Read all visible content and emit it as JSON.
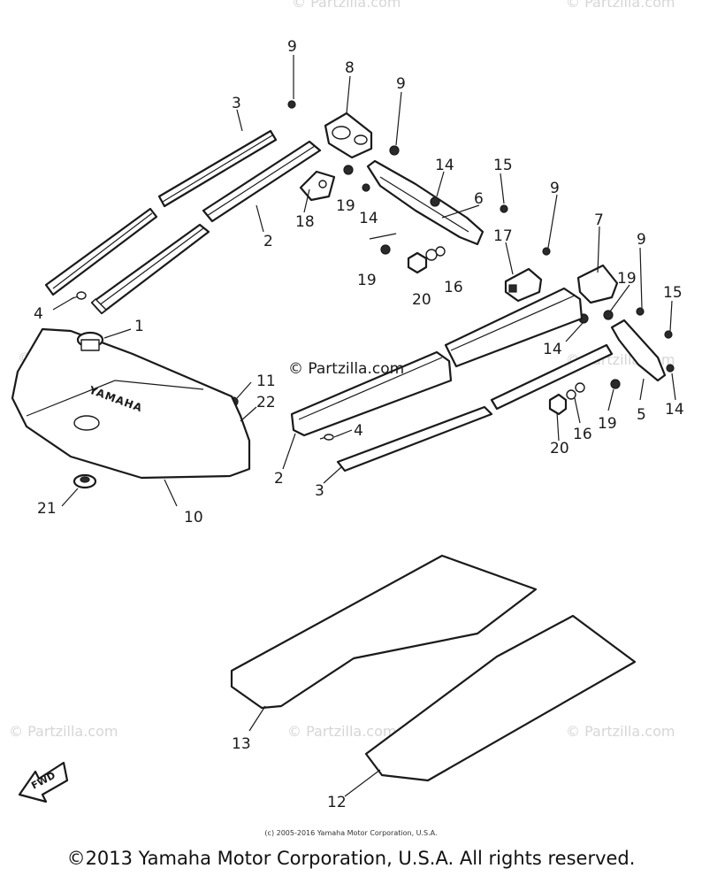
{
  "watermark": {
    "text": "© Partzilla.com",
    "main_text": "© Partzilla.com"
  },
  "emblem": {
    "brand": "YAMAHA",
    "fwd": "FWD"
  },
  "callouts": {
    "c1": "1",
    "c2a": "2",
    "c2b": "2",
    "c3a": "3",
    "c3b": "3",
    "c4a": "4",
    "c4b": "4",
    "c5": "5",
    "c6": "6",
    "c7": "7",
    "c8": "8",
    "c9a": "9",
    "c9b": "9",
    "c9c": "9",
    "c9d": "9",
    "c10": "10",
    "c11": "11",
    "c12": "12",
    "c13": "13",
    "c14a": "14",
    "c14b": "14",
    "c14c": "14",
    "c14d": "14",
    "c15a": "15",
    "c15b": "15",
    "c16a": "16",
    "c16b": "16",
    "c17": "17",
    "c18": "18",
    "c19a": "19",
    "c19b": "19",
    "c19c": "19",
    "c19d": "19",
    "c20a": "20",
    "c20b": "20",
    "c21": "21",
    "c22": "22"
  },
  "footer": {
    "small_copyright": "(c) 2005-2016 Yamaha Motor Corporation, U.S.A.",
    "copyright": "©2013 Yamaha Motor Corporation, U.S.A. All rights reserved."
  }
}
